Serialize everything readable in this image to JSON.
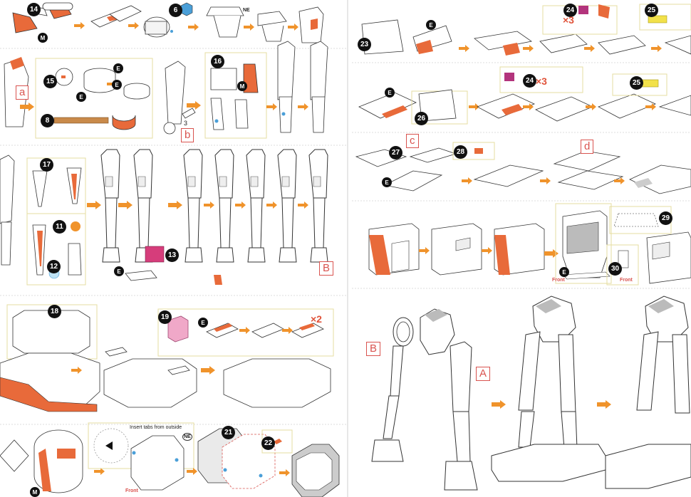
{
  "steps": {
    "s6": "6",
    "s8": "8",
    "s11": "11",
    "s12": "12",
    "s13": "13",
    "s14": "14",
    "s15": "15",
    "s16": "16",
    "s17": "17",
    "s18": "18",
    "s19": "19",
    "s21": "21",
    "s22": "22",
    "s23": "23",
    "s24a": "24",
    "s24b": "24",
    "s25a": "25",
    "s25b": "25",
    "s26": "26",
    "s27": "27",
    "s28": "28",
    "s29": "29",
    "s30": "30"
  },
  "markers": {
    "e": "E",
    "m": "M"
  },
  "letters": {
    "a": "a",
    "b": "b",
    "c": "c",
    "d": "d",
    "B_big": "B",
    "A_big": "A"
  },
  "text": {
    "ne": "NE",
    "x3": "×3",
    "x2": "×2",
    "three": "3",
    "insert_tabs": "Insert tabs from outside",
    "front": "Front"
  },
  "colors": {
    "orange": "#e86a3a",
    "arrow": "#f0932b",
    "magenta": "#b3347c",
    "pink": "#f0a8c8",
    "yellow": "#f2e14a",
    "blue": "#4a9fd8"
  }
}
